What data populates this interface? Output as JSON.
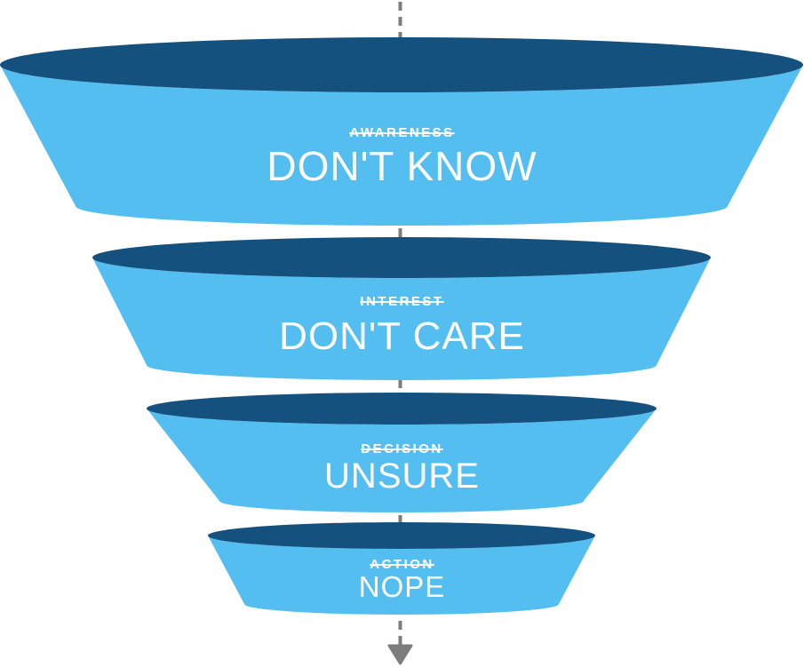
{
  "stages": [
    {
      "label": "AWARENESS",
      "title": "DON'T KNOW"
    },
    {
      "label": "INTEREST",
      "title": "DON'T CARE"
    },
    {
      "label": "DECISION",
      "title": "UNSURE"
    },
    {
      "label": "ACTION",
      "title": "NOPE"
    }
  ],
  "axis": {
    "arrow_icon": "arrow-down"
  },
  "colors": {
    "funnel_body": "#54BEF0",
    "funnel_rim": "#14517F",
    "axis_gray": "#7D7D7D",
    "text": "#FFFFFF"
  }
}
